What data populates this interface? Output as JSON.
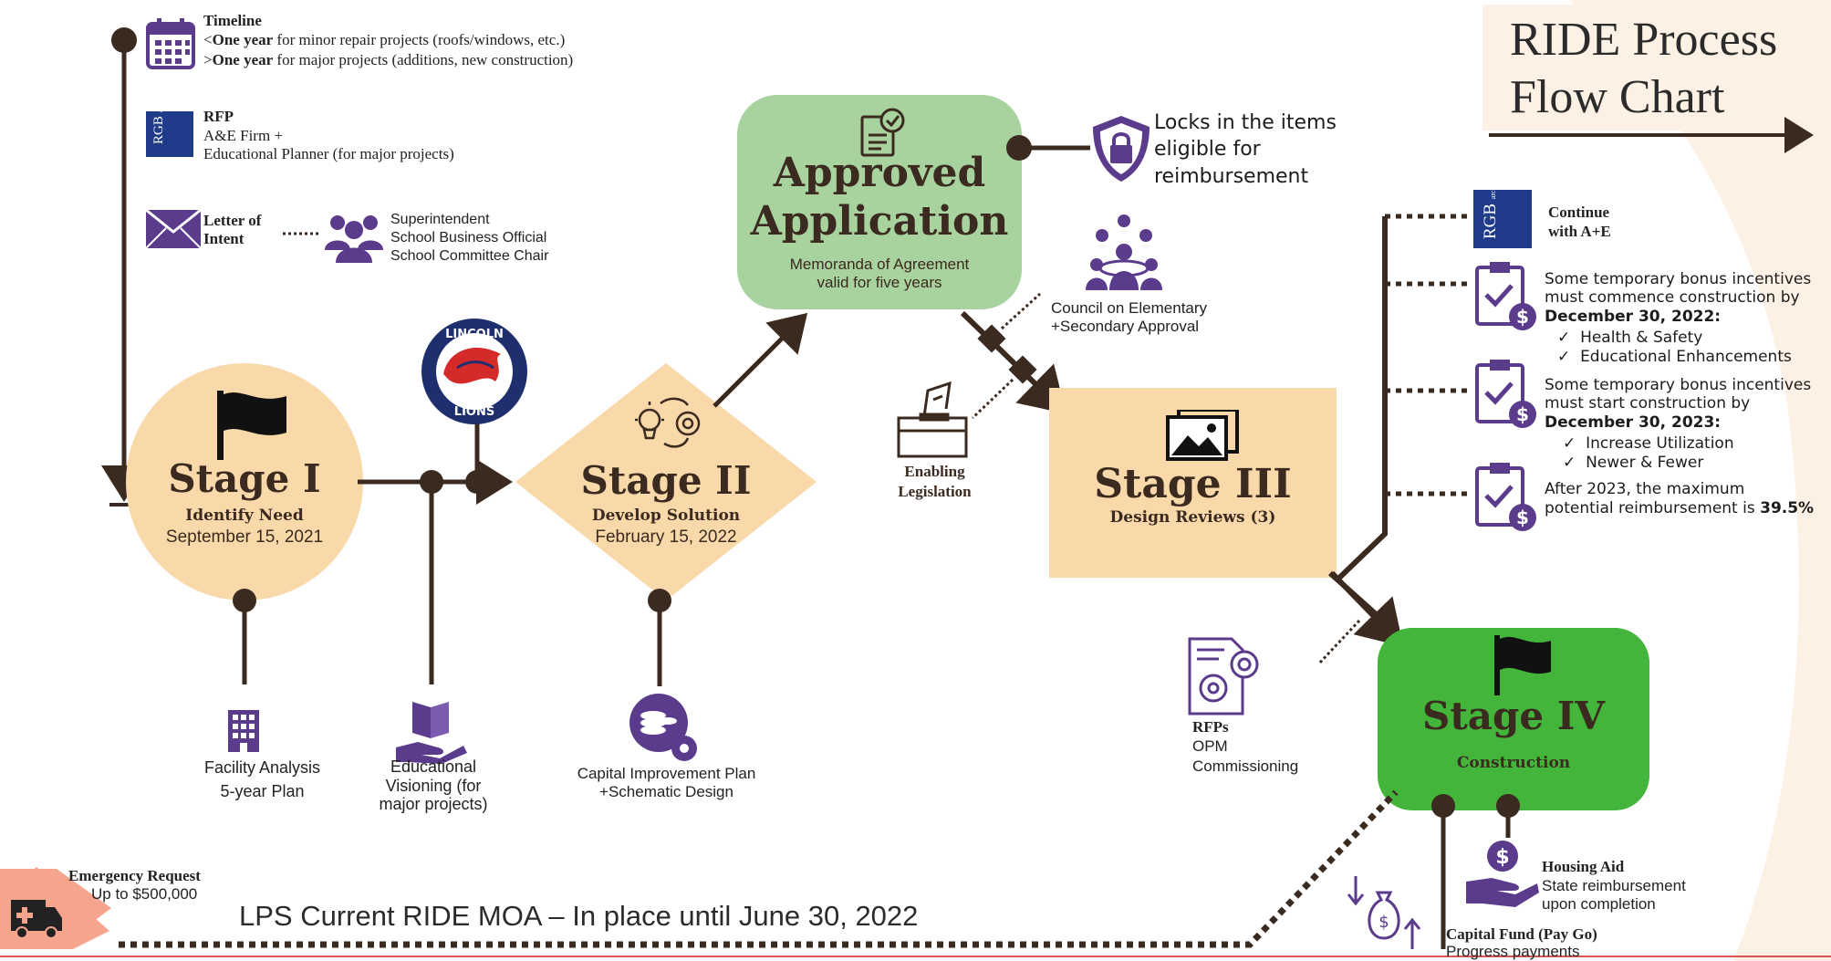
{
  "colors": {
    "peach": "#f9d9aa",
    "light_green": "#a8d29e",
    "green": "#43b53a",
    "dark_brown": "#3b2a1f",
    "purple": "#5b3b8c",
    "navy": "#1f3b8a",
    "red_line": "#d9534f",
    "emergency": "#f5a58e"
  },
  "title": {
    "line1": "RIDE Process",
    "line2": "Flow Chart"
  },
  "timeline": {
    "label": "Timeline",
    "row1_prefix": "<",
    "row1_bold": "One year",
    "row1_rest": " for minor repair projects (roofs/windows, etc.)",
    "row2_prefix": ">",
    "row2_bold": "One year",
    "row2_rest": " for major projects (additions, new construction)"
  },
  "rfp": {
    "label": "RFP",
    "line1": "A&E Firm +",
    "line2": "Educational Planner (for major projects)",
    "logo_text": "RGB",
    "logo_sub": "architects"
  },
  "letter": {
    "line1": "Letter of",
    "line2": "Intent"
  },
  "recipients": {
    "line1": "Superintendent",
    "line2": "School Business Official",
    "line3": "School Committee Chair"
  },
  "stage1": {
    "title": "Stage I",
    "subtitle": "Identify Need",
    "date": "September 15, 2021"
  },
  "stage2": {
    "title": "Stage II",
    "subtitle": "Develop Solution",
    "date": "February 15, 2022"
  },
  "stage3": {
    "title": "Stage III",
    "subtitle": "Design Reviews (3)"
  },
  "stage4": {
    "title": "Stage IV",
    "subtitle": "Construction"
  },
  "lincoln": {
    "top": "LINCOLN",
    "bottom": "LIONS"
  },
  "approved": {
    "line1": "Approved",
    "line2": "Application",
    "memo1": "Memoranda of Agreement",
    "memo2": "valid for five years"
  },
  "locks": {
    "line1": "Locks in the items",
    "line2": "eligible for",
    "line3": "reimbursement"
  },
  "council": {
    "line1": "Council on Elementary",
    "line2": "+Secondary Approval"
  },
  "enabling": {
    "line1": "Enabling",
    "line2": "Legislation"
  },
  "facility": {
    "line1": "Facility Analysis",
    "line2": "5-year Plan"
  },
  "visioning": {
    "line1": "Educational",
    "line2": "Visioning (for",
    "line3": "major projects)"
  },
  "cip": {
    "line1": "Capital Improvement Plan",
    "line2": "+Schematic Design"
  },
  "rfps": {
    "line1": "RFPs",
    "line2": "OPM",
    "line3": "Commissioning"
  },
  "continue": {
    "line1": "Continue",
    "line2": "with A+E"
  },
  "bonus1": {
    "line1": "Some temporary bonus incentives",
    "line2": "must commence construction by",
    "line3": "December 30, 2022:",
    "items": [
      "Health & Safety",
      "Educational Enhancements"
    ]
  },
  "bonus2": {
    "line1": "Some temporary bonus incentives",
    "line2": "must start construction by",
    "line3": "December 30, 2023:",
    "items": [
      "Increase Utilization",
      "Newer & Fewer"
    ]
  },
  "bonus3": {
    "line1": "After 2023, the maximum",
    "line2_prefix": "potential reimbursement is ",
    "line2_bold": "39.5%"
  },
  "housing": {
    "label": "Housing Aid",
    "line1": "State reimbursement",
    "line2": "upon completion"
  },
  "capital": {
    "label": "Capital Fund (Pay Go)",
    "line1": "Progress payments"
  },
  "emergency": {
    "label": "Emergency Request",
    "line1": "Up to $500,000"
  },
  "moa": {
    "text": "LPS Current RIDE MOA – In place until June 30, 2022"
  },
  "check": "✓"
}
